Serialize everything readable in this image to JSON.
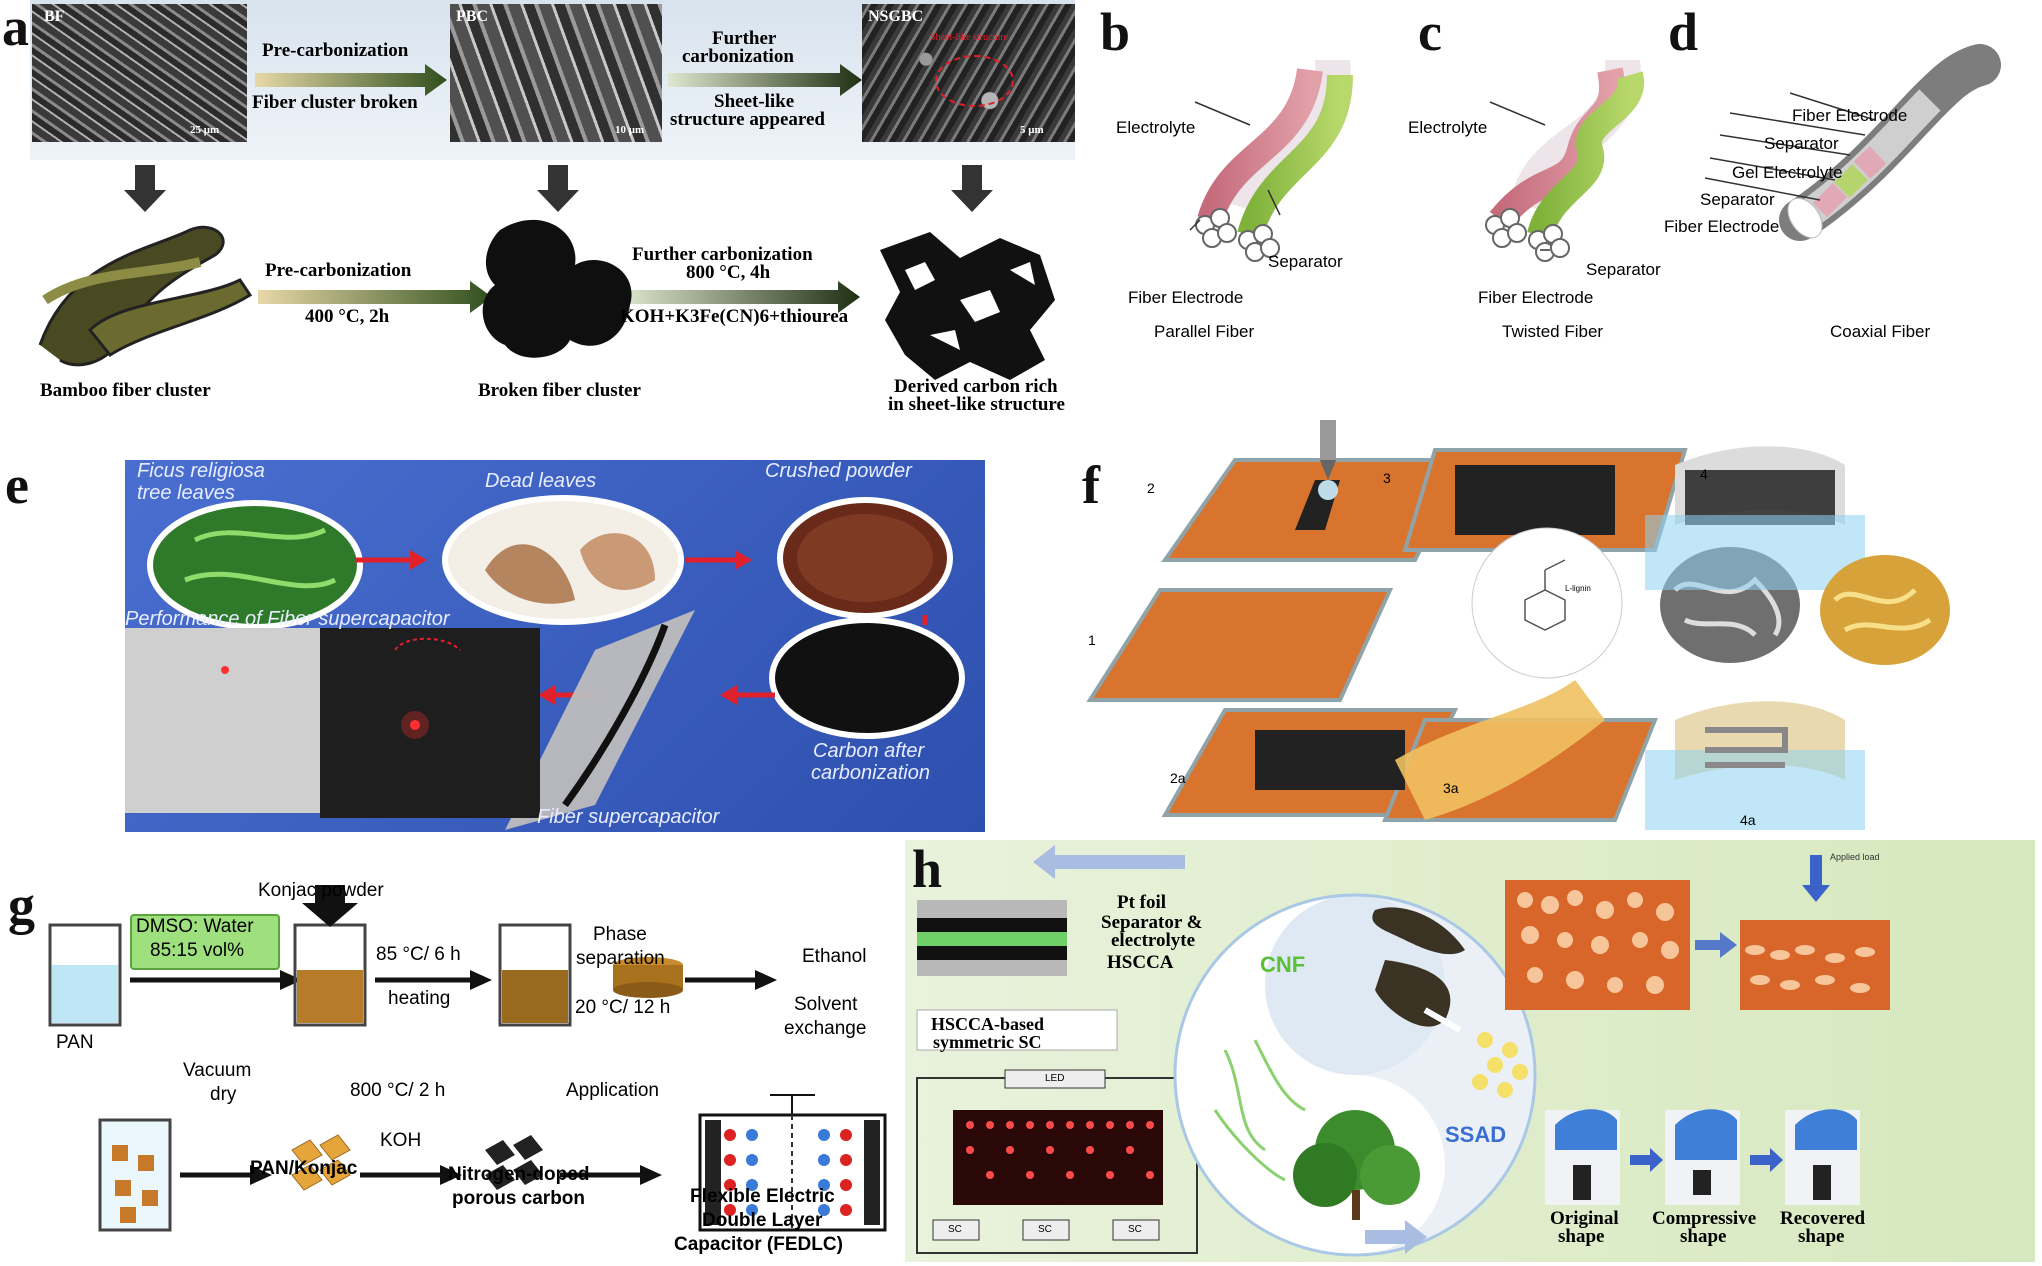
{
  "panels": {
    "a": {
      "label": "a",
      "sem_labels": [
        "BF",
        "PBC",
        "NSGBC"
      ],
      "sheet_note": "Sheet-like structure",
      "scale_bars": [
        "25 μm",
        "10 μm",
        "5 μm"
      ],
      "arrow1_top": "Pre-carbonization",
      "arrow1_bottom": "Fiber cluster broken",
      "arrow2_top": [
        "Further",
        "carbonization"
      ],
      "arrow2_bottom": [
        "Sheet-like",
        "structure appeared"
      ],
      "lower_arrow1_top": "Pre-carbonization",
      "lower_arrow1_bottom": "400 °C, 2h",
      "lower_arrow2_top": [
        "Further carbonization",
        "800 °C, 4h"
      ],
      "lower_arrow2_bottom": "KOH+K3Fe(CN)6+thiourea",
      "captions": [
        "Bamboo fiber cluster",
        "Broken fiber cluster",
        "Derived carbon rich",
        "in sheet-like structure"
      ]
    },
    "b": {
      "label": "b",
      "electrolyte": "Electrolyte",
      "separator": "Separator",
      "fiber_electrode": "Fiber Electrode",
      "caption": "Parallel Fiber"
    },
    "c": {
      "label": "c",
      "electrolyte": "Electrolyte",
      "separator": "Separator",
      "fiber_electrode": "Fiber Electrode",
      "caption": "Twisted Fiber"
    },
    "d": {
      "label": "d",
      "layers": [
        "Fiber Electrode",
        "Separator",
        "Gel Electrolyte",
        "Separator",
        "Fiber Electrode"
      ],
      "caption": "Coaxial Fiber"
    },
    "e": {
      "label": "e",
      "texts": [
        "Ficus religiosa",
        "tree leaves",
        "Dead leaves",
        "Crushed powder",
        "Performance of Fiber supercapacitor",
        "Carbon after",
        "carbonization",
        "Fiber supercapacitor"
      ]
    },
    "f": {
      "label": "f",
      "steps": [
        "1",
        "2",
        "3",
        "4",
        "2a",
        "3a",
        "4a"
      ],
      "molecule": "L-lignin"
    },
    "g": {
      "label": "g",
      "konjac": "Konjac powder",
      "dmso": [
        "DMSO: Water",
        "85:15 vol%"
      ],
      "pan": "PAN",
      "cond1": "85 °C/ 6 h",
      "heating": "heating",
      "phase": [
        "Phase",
        "separation"
      ],
      "cond2": "20 °C/ 12 h",
      "ethanol": "Ethanol",
      "solvent": [
        "Solvent",
        "exchange"
      ],
      "vacuum": [
        "Vacuum",
        "dry"
      ],
      "pan_konjac": "PAN/Konjac",
      "cond3": "800 °C/ 2 h",
      "koh": "KOH",
      "ndpc": [
        "Nitrogen-doped",
        "porous carbon"
      ],
      "application": "Application",
      "fedlc": [
        "Flexible Electric",
        "Double Layer",
        "Capacitor (FEDLC)"
      ]
    },
    "h": {
      "label": "h",
      "layers": [
        "Pt foil",
        "Separator &",
        "electrolyte",
        "HSCCA"
      ],
      "sc_title": [
        "HSCCA-based",
        "symmetric SC"
      ],
      "led": "LED",
      "sc": "SC",
      "cnf": "CNF",
      "ssad": "SSAD",
      "applied_load": "Applied load",
      "shapes": [
        "Original",
        "shape",
        "Compressive",
        "shape",
        "Recovered",
        "shape"
      ]
    }
  },
  "colors": {
    "panel_e_bg": "#3f63c4",
    "panel_h_bg": "#dcebc3",
    "arrow_green": "#3a5a23",
    "orange": "#d9742e",
    "cnf_green": "#5cbf3a",
    "ssad_blue": "#3a6fd0"
  }
}
